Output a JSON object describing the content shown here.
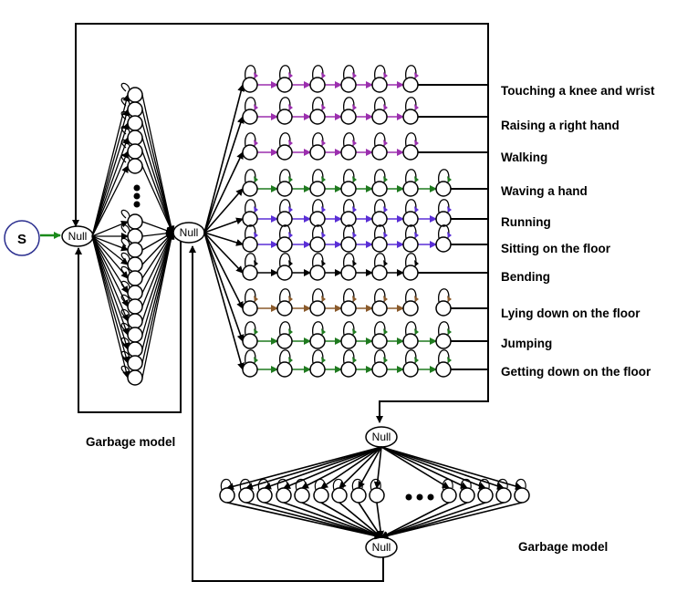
{
  "start_label": "S",
  "null_label": "Null",
  "garbage_label": "Garbage model",
  "colors": {
    "purple": "#9b2fae",
    "blue": "#5a2fd6",
    "green": "#1f7a1f",
    "brown": "#8a5a2b",
    "black": "#000000",
    "start_arrow": "#1a8a1a",
    "start_circle": "#2b2f8f"
  },
  "actions": [
    {
      "label": "Touching a knee and wrist",
      "states": 6,
      "color": "purple"
    },
    {
      "label": "Raising a right hand",
      "states": 6,
      "color": "purple"
    },
    {
      "label": "Walking",
      "states": 6,
      "color": "purple"
    },
    {
      "label": "Waving a hand",
      "states": 7,
      "color": "green"
    },
    {
      "label": "Running",
      "states": 7,
      "color": "blue"
    },
    {
      "label": "Sitting on the floor",
      "states": 7,
      "color": "blue"
    },
    {
      "label": "Bending",
      "states": 6,
      "color": "black"
    },
    {
      "label": "Lying down on the floor",
      "states": 7,
      "color": "brown"
    },
    {
      "label": "Jumping",
      "states": 7,
      "color": "green"
    },
    {
      "label": "Getting down on the floor",
      "states": 7,
      "color": "green"
    }
  ]
}
